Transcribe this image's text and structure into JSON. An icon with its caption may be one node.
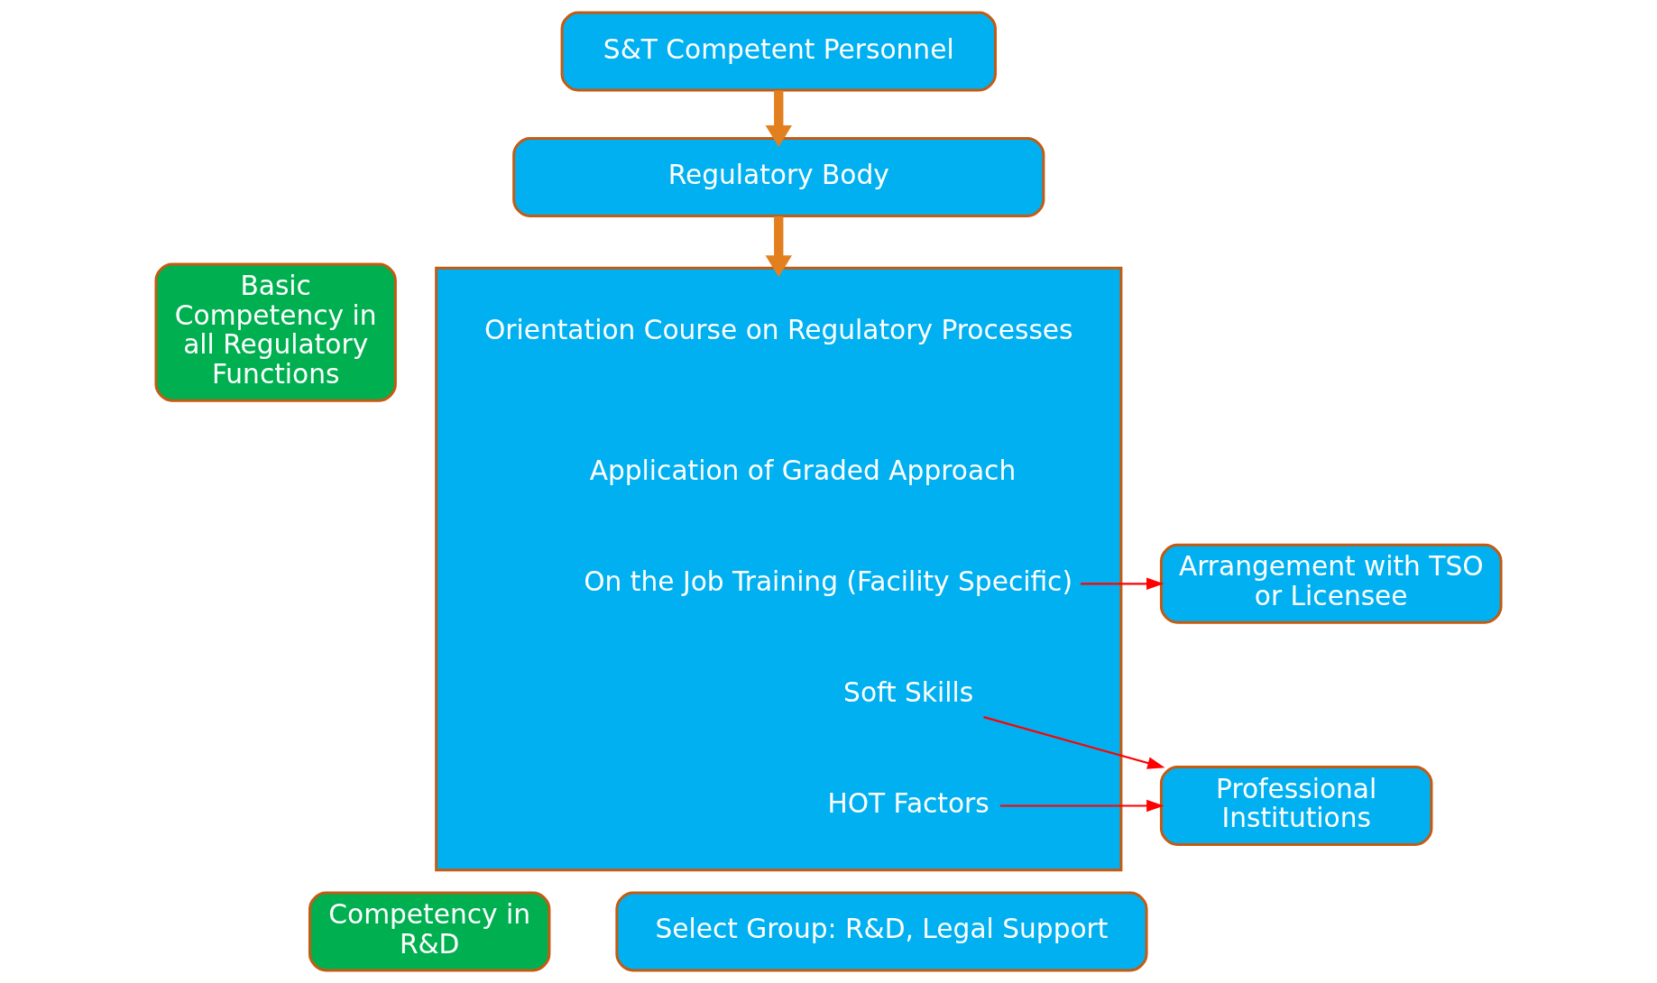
{
  "diagram": {
    "nodes": [
      {
        "text": [
          "S&T Competent Personnel"
        ]
      },
      {
        "text": [
          "Regulatory Body"
        ]
      },
      {
        "text": [
          "Basic Competency in all Regulatory Functions"
        ]
      },
      {
        "text": [],
        "shape": "box"
      },
      {
        "text": [
          "Orientation Course on Regulatory Processes"
        ],
        "in": 3
      },
      {
        "text": [
          "Application of Graded Approach"
        ],
        "in": 3
      },
      {
        "text": [
          "On the Job Training (Facility Specific)"
        ],
        "in": 3
      },
      {
        "text": [
          "Soft Skills"
        ],
        "in": 3
      },
      {
        "text": [
          "HOT Factors"
        ],
        "in": 3
      },
      {
        "text": [
          "Arrangement with TSO or Licensee"
        ]
      },
      {
        "text": [
          "Professional Institutions"
        ]
      },
      {
        "text": [
          "Competency in R&D"
        ]
      },
      {
        "text": [
          "Select Group: R&D, Legal Support"
        ]
      }
    ],
    "edges": [
      {
        "from": 0,
        "to": 1,
        "arrow": "to",
        "style": "thick",
        "color": "#e2801f"
      },
      {
        "from": 1,
        "to": 3,
        "arrow": "to",
        "style": "thick",
        "color": "#e2801f"
      },
      {
        "from": 6,
        "to": 9,
        "arrow": "to",
        "color": "#ff0000"
      },
      {
        "from": 7,
        "to": 10,
        "arrow": "to",
        "color": "#ff0000"
      },
      {
        "from": 8,
        "to": 10,
        "arrow": "to",
        "color": "#ff0000"
      }
    ]
  }
}
